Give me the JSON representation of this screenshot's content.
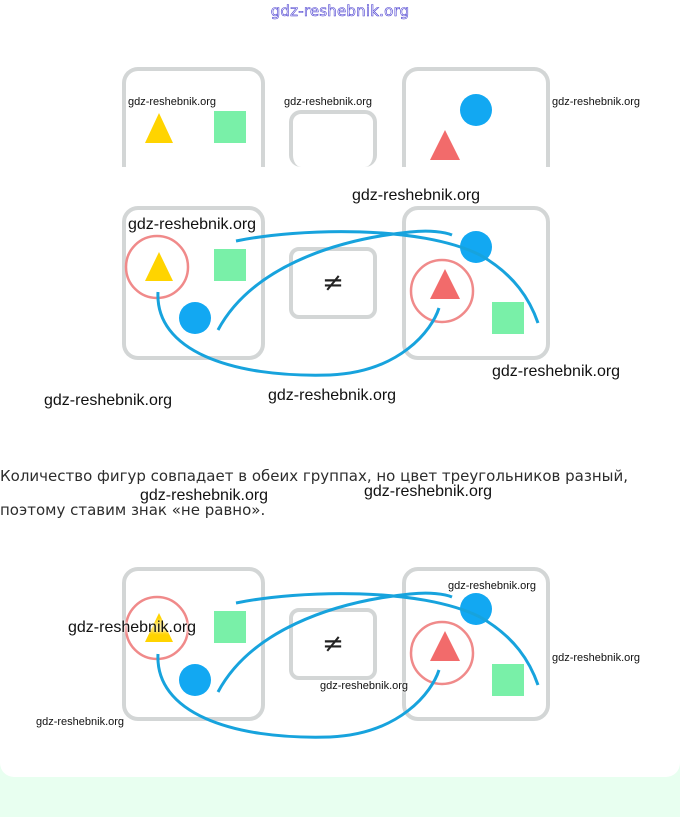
{
  "header": {
    "site_title": "gdz-reshebnik.org"
  },
  "colors": {
    "triangle_yellow": "#ffd400",
    "triangle_red": "#f26b6b",
    "circle_blue": "#12a8f2",
    "square_green": "#79f0a8",
    "box_border": "#d3d6d6",
    "line_blue": "#17a3dd",
    "panel_bg": "#e8fff0"
  },
  "icons": [
    "yellow-triangle",
    "green-square",
    "blue-circle",
    "red-triangle"
  ],
  "signs": {
    "not_equal": "≠"
  },
  "explanation": {
    "line1": "Количество фигур совпадает в обеих группах, но цвет треугольников разный,",
    "line2": "поэтому ставим знак «не равно»."
  },
  "watermark": "gdz-reshebnik.org"
}
